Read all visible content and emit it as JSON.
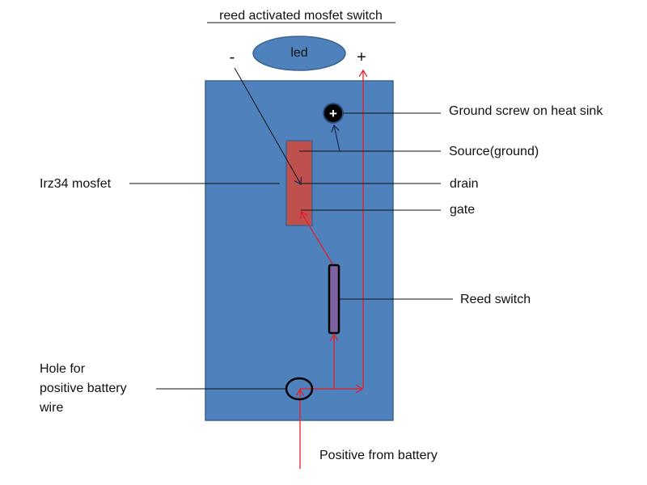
{
  "title": "reed activated mosfet switch",
  "led": {
    "label": "led",
    "minus": "-",
    "plus": "+"
  },
  "ground_screw": {
    "glyph": "+",
    "label": "Ground screw on heat sink"
  },
  "mosfet": {
    "label": "Irz34 mosfet",
    "pins": {
      "source": "Source(ground)",
      "drain": "drain",
      "gate": "gate"
    }
  },
  "reed_switch": {
    "label": "Reed switch"
  },
  "hole": {
    "label_lines": [
      "Hole for",
      "positive battery",
      "wire"
    ]
  },
  "battery": {
    "label": "Positive from battery"
  },
  "colors": {
    "board": "#4f81bd",
    "board_border": "#3a6291",
    "mosfet": "#c0504d",
    "reed": "#8064a2",
    "wire": "#e3202a",
    "leader": "#111111"
  }
}
